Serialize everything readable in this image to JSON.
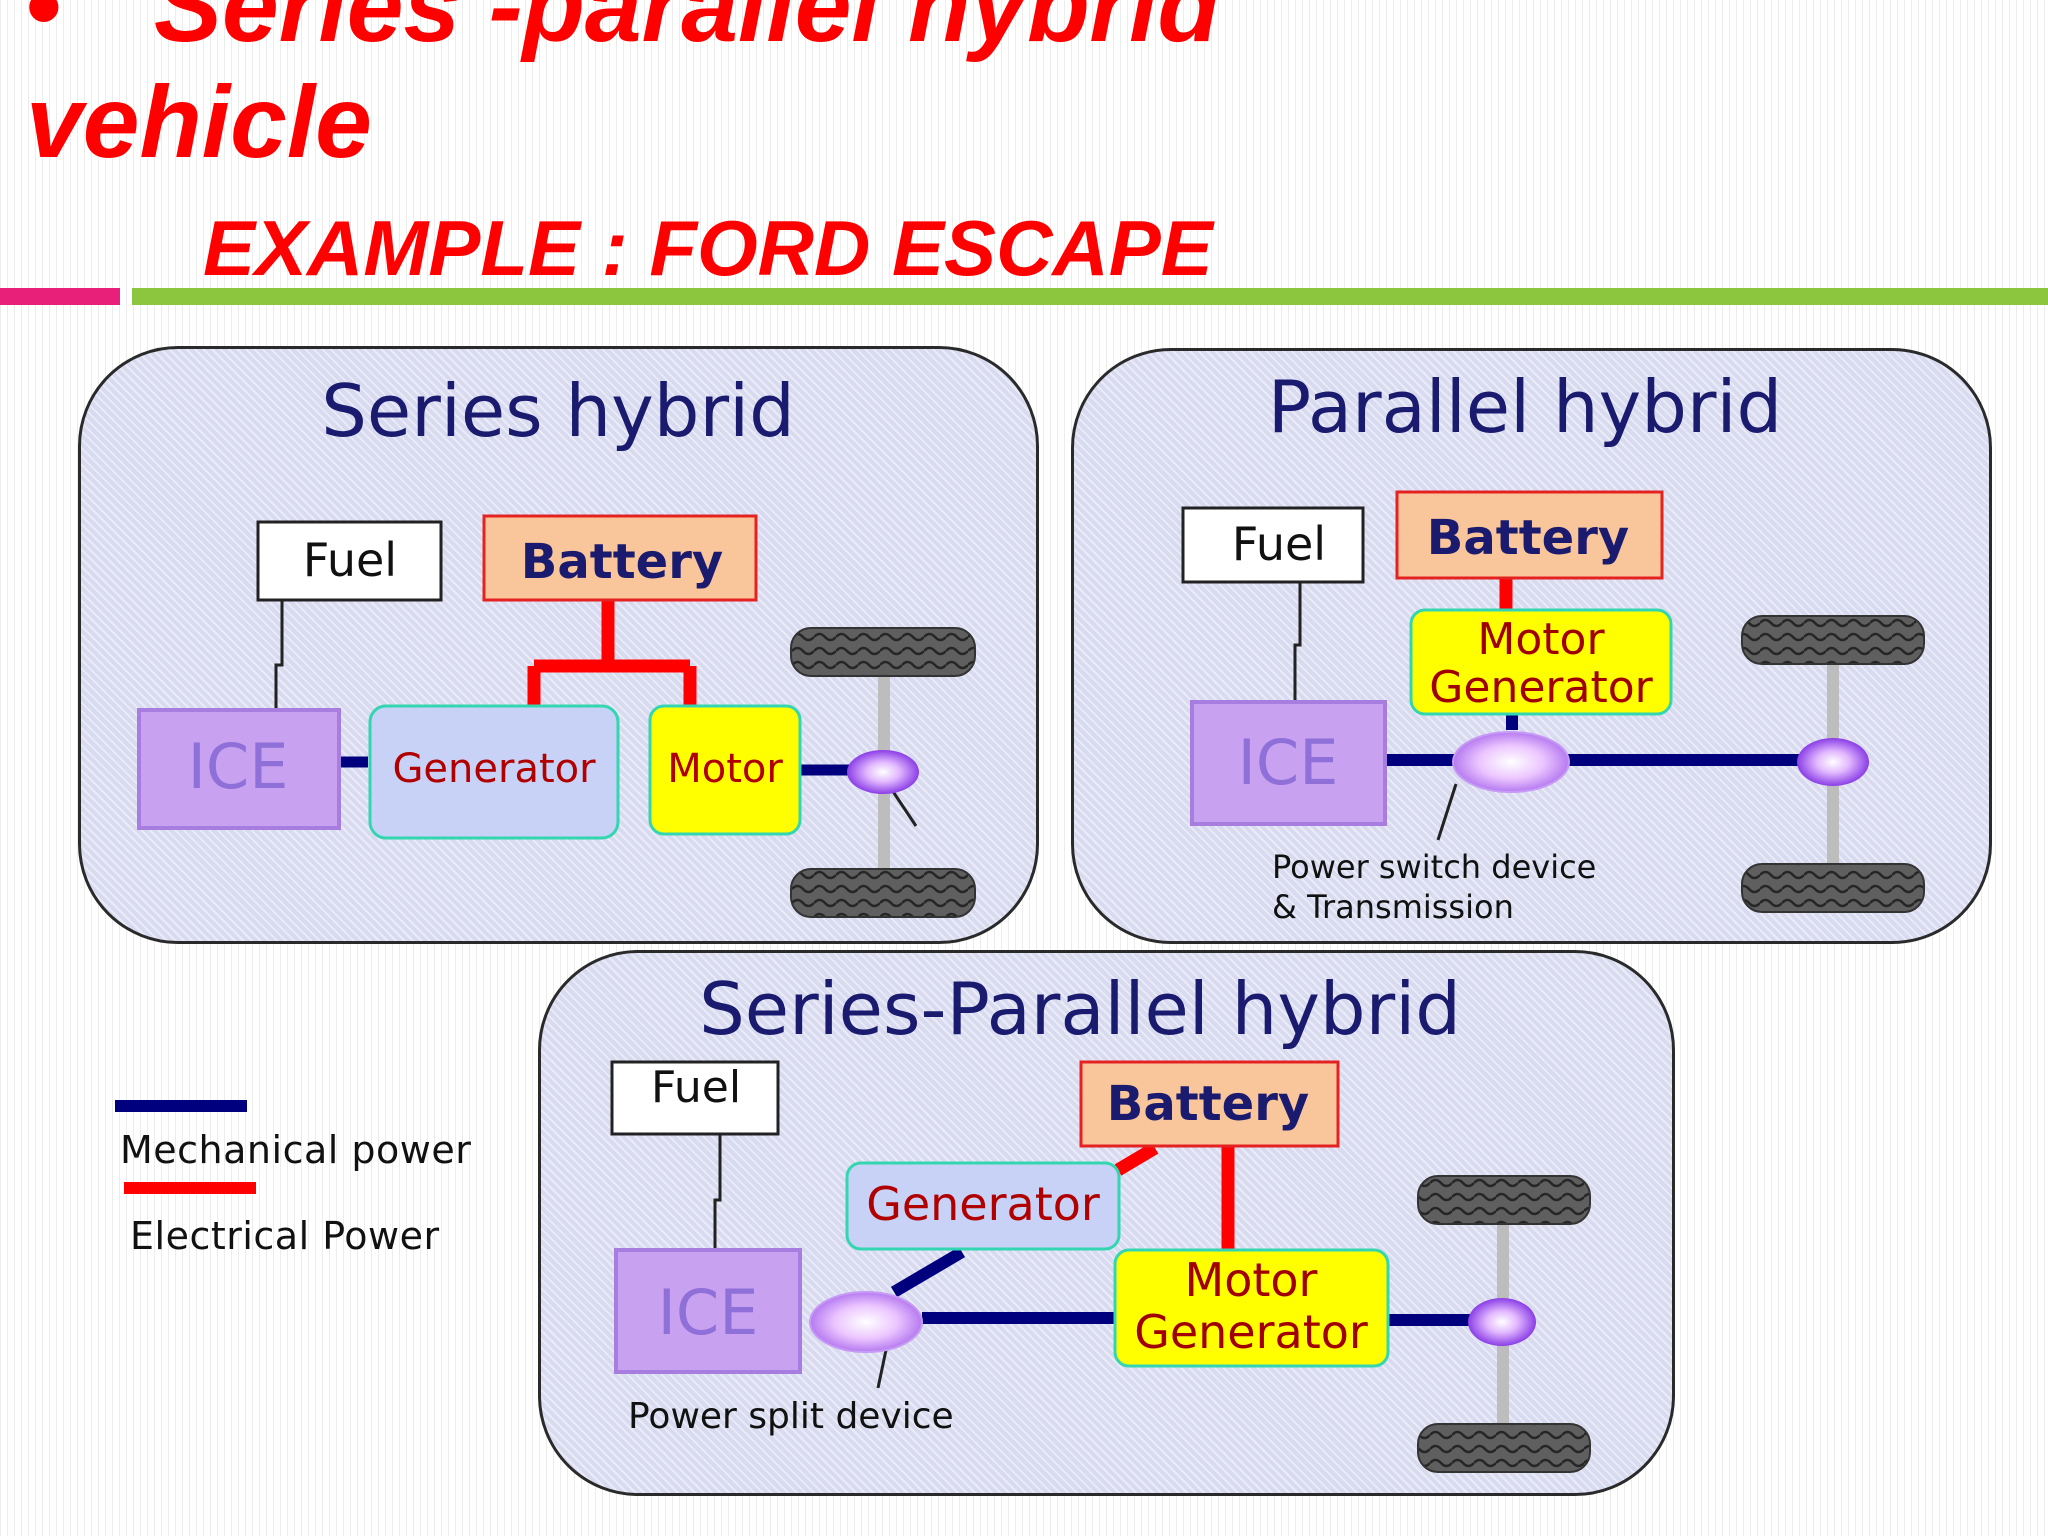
{
  "slide": {
    "bullet": "•",
    "title_line1": "Series -parallel hybrid",
    "title_line2": "vehicle",
    "subtitle": "EXAMPLE : FORD ESCAPE"
  },
  "colors": {
    "title_red": "#ff0000",
    "mechanical_power": "#00007f",
    "electrical_power": "#ff0000",
    "engine_box": "#c8a2f0",
    "battery_box": "#f9c59a",
    "motor_box": "#ffff00",
    "generator_box": "#c8d2f6",
    "panel_fill": "#d8dbf0",
    "panel_title": "#1a1a6e"
  },
  "panels": {
    "series": {
      "title": "Series hybrid",
      "fuel": "Fuel",
      "battery": "Battery",
      "ice": "ICE",
      "generator": "Generator",
      "motor": "Motor"
    },
    "parallel": {
      "title": "Parallel hybrid",
      "fuel": "Fuel",
      "battery": "Battery",
      "motor_generator_line1": "Motor",
      "motor_generator_line2": "Generator",
      "ice": "ICE",
      "device_label_line1": "Power switch  device",
      "device_label_line2": "& Transmission"
    },
    "series_parallel": {
      "title": "Series-Parallel hybrid",
      "fuel": "Fuel",
      "battery": "Battery",
      "generator": "Generator",
      "motor_generator_line1": "Motor",
      "motor_generator_line2": "Generator",
      "ice": "ICE",
      "device_label": "Power  split device"
    }
  },
  "legend": {
    "mechanical": "Mechanical  power",
    "electrical": "Electrical Power"
  }
}
